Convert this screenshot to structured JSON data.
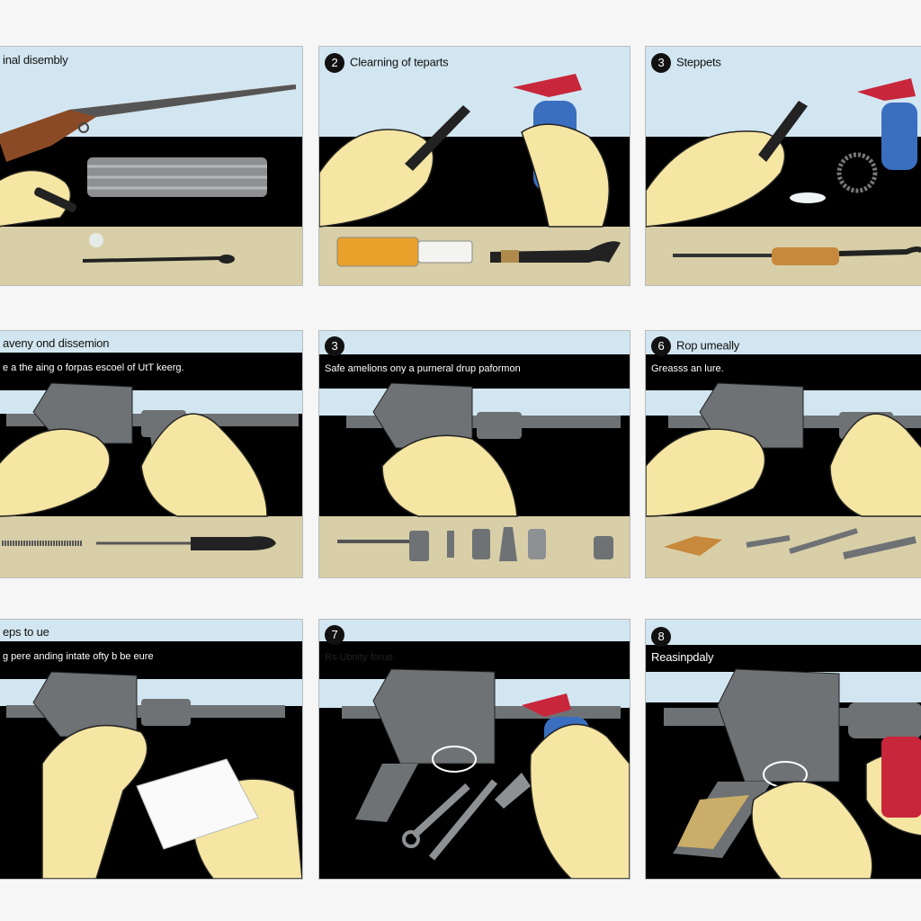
{
  "panels": [
    {
      "number": "",
      "title": "inal disembly",
      "subtitle": ""
    },
    {
      "number": "2",
      "title": "Clearning of teparts",
      "subtitle": ""
    },
    {
      "number": "3",
      "title": "Steppets",
      "subtitle": ""
    },
    {
      "number": "",
      "title": "aveny ond dissemion",
      "subtitle": "e a the aing o forpas escoel of UtT keerg."
    },
    {
      "number": "3",
      "title": "",
      "subtitle": "Safe amelions ony a purneral drup paformon"
    },
    {
      "number": "6",
      "title": "Rop umeally",
      "subtitle": "Greasss an lure."
    },
    {
      "number": "",
      "title": "eps to ue",
      "subtitle": "g pere anding intate ofty b be eure"
    },
    {
      "number": "7",
      "title": "",
      "subtitle": "Rs Ubnity forue."
    },
    {
      "number": "8",
      "title": "Reasinpdaly",
      "subtitle": ""
    }
  ],
  "colors": {
    "sky": "#d2e6f1",
    "table": "#d8cfa8",
    "hand": "#f6e6a3",
    "metal": "#6e7275",
    "bottle": "#3a6fc0",
    "sprayer": "#c8263b",
    "stock": "#8b4a26"
  },
  "icons": [
    "rifle-icon",
    "brush-icon",
    "spray-bottle-icon",
    "hand-icon",
    "rod-icon",
    "wrench-icon",
    "screwdriver-icon",
    "cloth-icon"
  ]
}
